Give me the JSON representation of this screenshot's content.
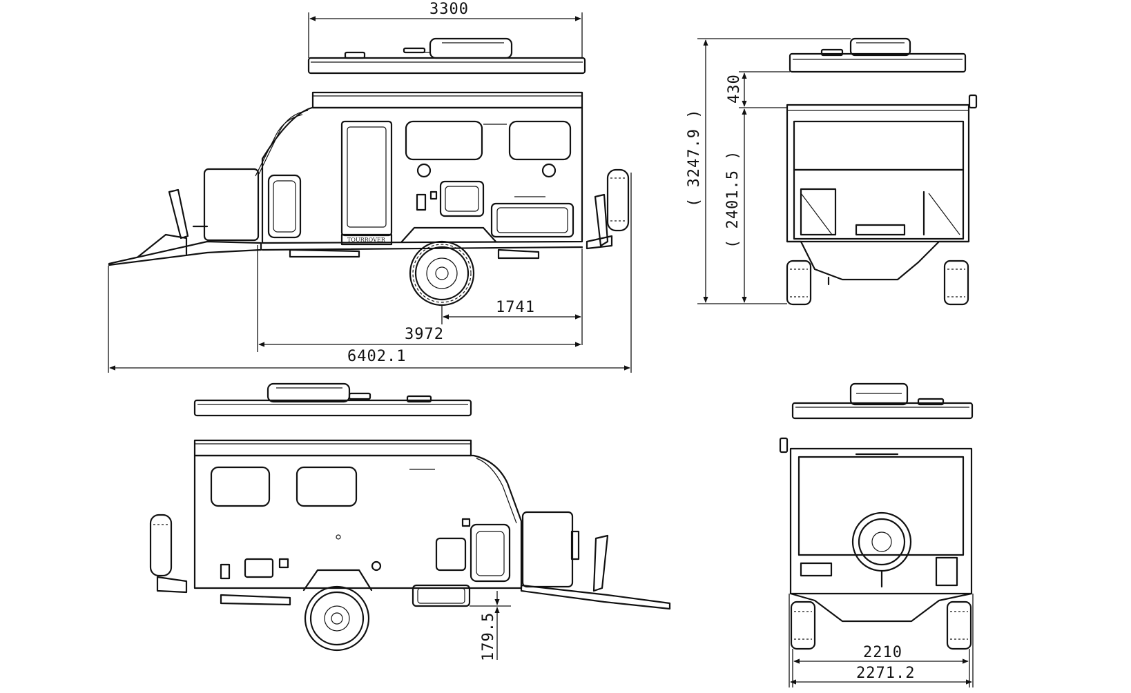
{
  "dimensions": {
    "top_width": "3300",
    "axle_to_rear": "1741",
    "body_length": "3972",
    "overall_length": "6402.1",
    "overall_height": "( 3247.9 )",
    "roof_rise": "430",
    "body_height": "( 2401.5 )",
    "ground_clearance": "179.5",
    "track_width": "2210",
    "overall_width": "2271.2"
  },
  "branding": {
    "logo_text": "TOURROVER"
  }
}
